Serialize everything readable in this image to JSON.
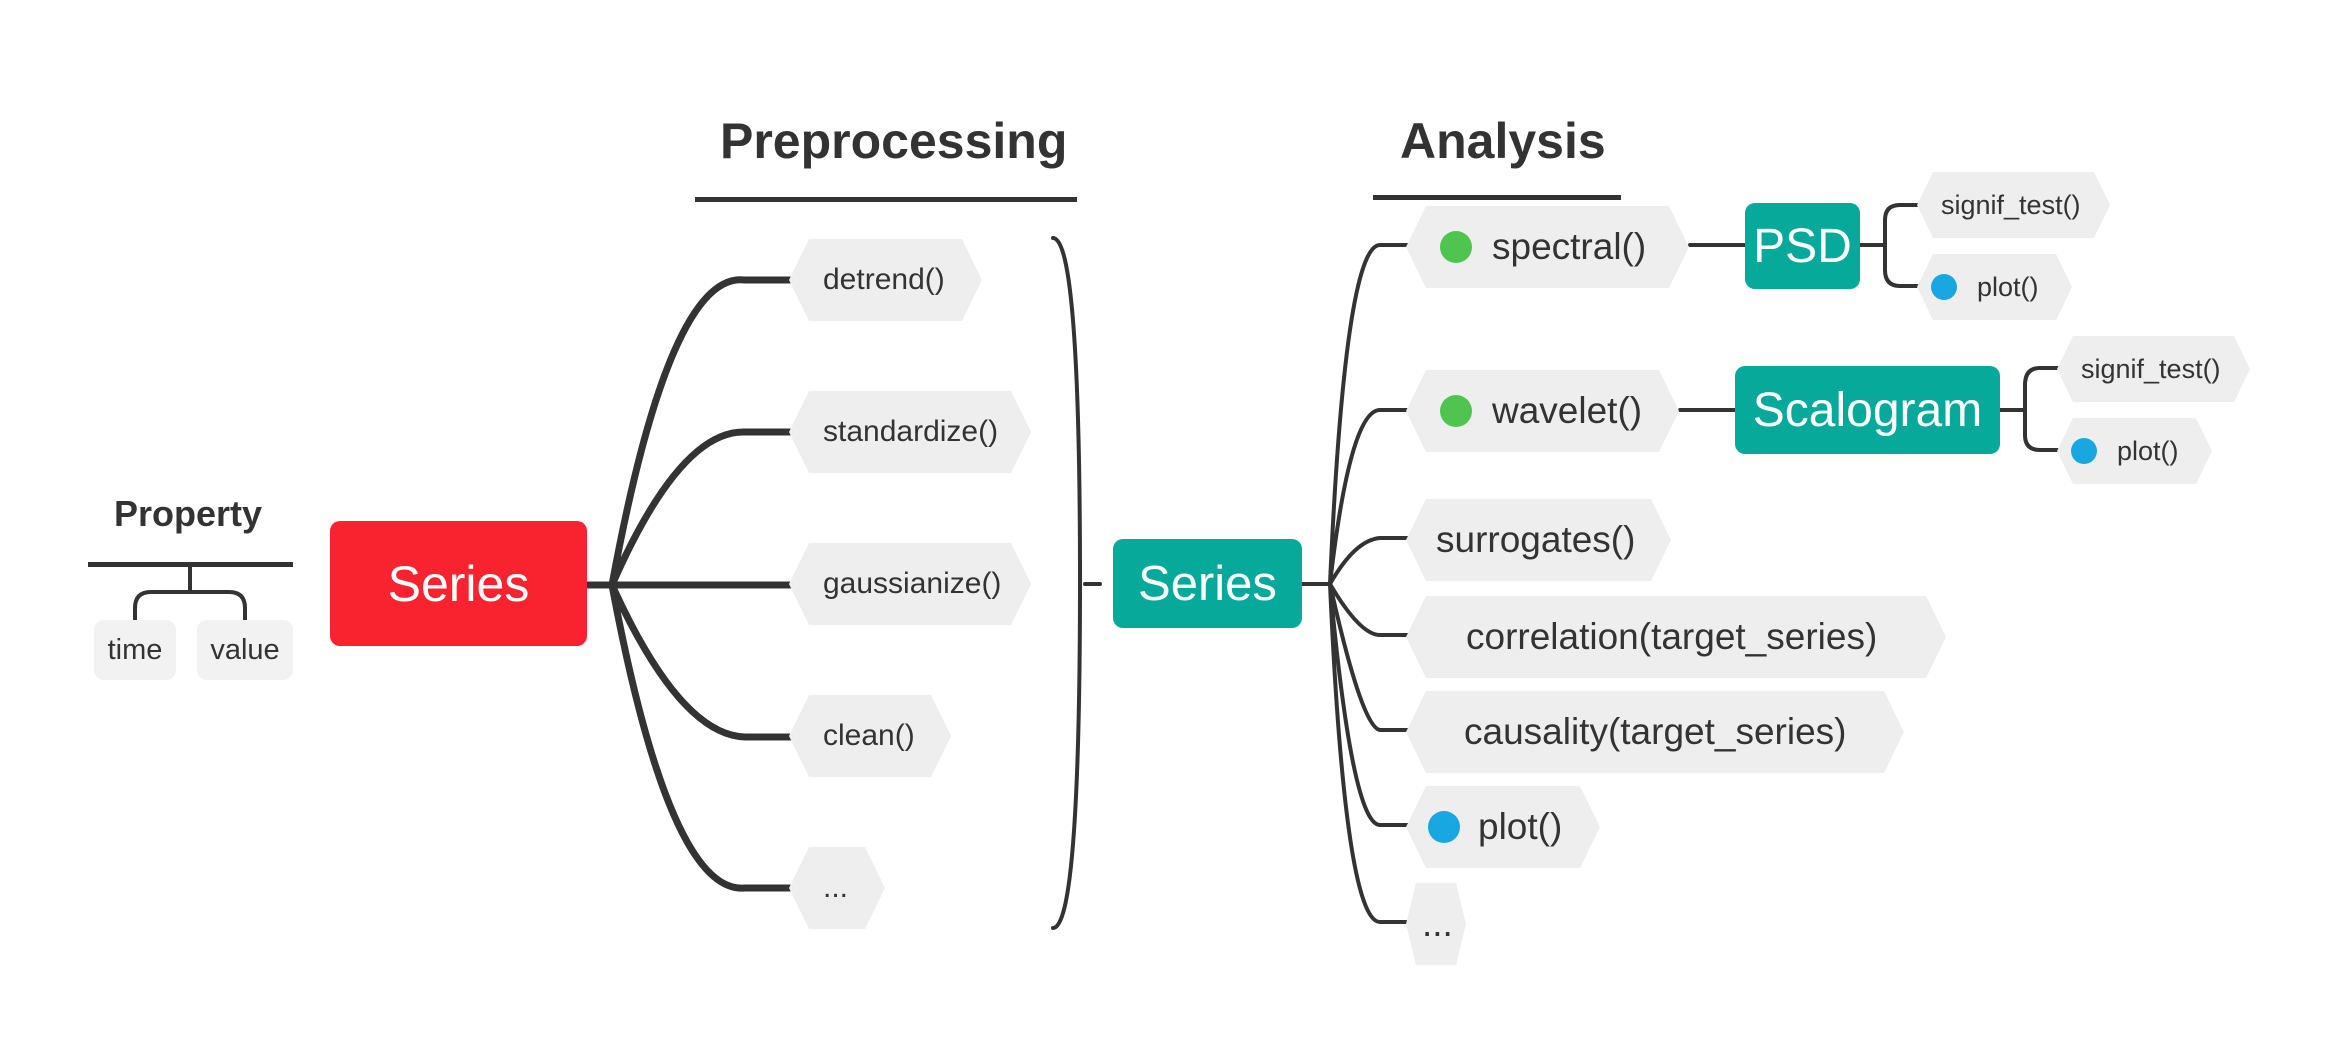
{
  "colors": {
    "series_red": "#f8232f",
    "series_teal": "#06a99a",
    "node_gray": "#eeeeee",
    "dot_green": "#4fc54f",
    "dot_blue": "#18a7e0",
    "line": "#333333"
  },
  "headings": {
    "preprocessing": "Preprocessing",
    "analysis": "Analysis",
    "property": "Property"
  },
  "property": {
    "time": "time",
    "value": "value"
  },
  "series_in": "Series",
  "series_out": "Series",
  "preprocessing": [
    "detrend()",
    "standardize()",
    "gaussianize()",
    "clean()",
    "..."
  ],
  "analysis": {
    "spectral": "spectral()",
    "wavelet": "wavelet()",
    "surrogates": "surrogates()",
    "correlation": "correlation(target_series)",
    "causality": "causality(target_series)",
    "plot": "plot()",
    "more": "..."
  },
  "psd": {
    "label": "PSD",
    "signif_test": "signif_test()",
    "plot": "plot()"
  },
  "scalogram": {
    "label": "Scalogram",
    "signif_test": "signif_test()",
    "plot": "plot()"
  },
  "markers": {
    "spectral": "green-dot-icon",
    "wavelet": "green-dot-icon",
    "plot": "blue-dot-icon",
    "psd_plot": "blue-dot-icon",
    "scalogram_plot": "blue-dot-icon"
  }
}
